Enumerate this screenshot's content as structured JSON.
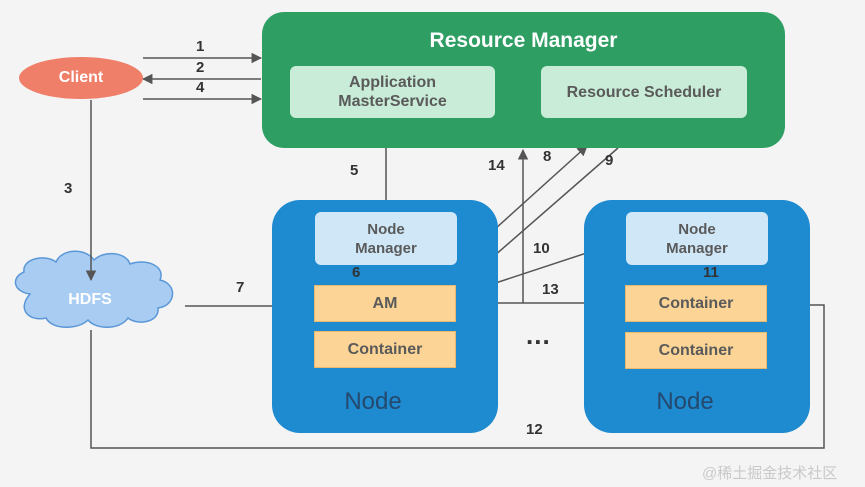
{
  "resource_manager": {
    "title": "Resource Manager",
    "app_master_service": "Application\nMasterService",
    "scheduler": "Resource Scheduler"
  },
  "client": "Client",
  "hdfs": "HDFS",
  "node_left": {
    "node_manager": "Node\nManager",
    "am": "AM",
    "container": "Container",
    "label": "Node"
  },
  "node_right": {
    "node_manager": "Node\nManager",
    "container1": "Container",
    "container2": "Container",
    "label": "Node"
  },
  "ellipsis": "...",
  "arrows": [
    "1",
    "2",
    "3",
    "4",
    "5",
    "6",
    "7",
    "8",
    "9",
    "10",
    "11",
    "12",
    "13",
    "14"
  ],
  "watermark": "@稀土掘金技术社区",
  "colors": {
    "rm_green": "#2e9e63",
    "node_blue": "#1e8ad0",
    "client_orange": "#ef7f69",
    "hdfs_blue": "#a9cdf2",
    "box_yellow": "#fbd496"
  }
}
